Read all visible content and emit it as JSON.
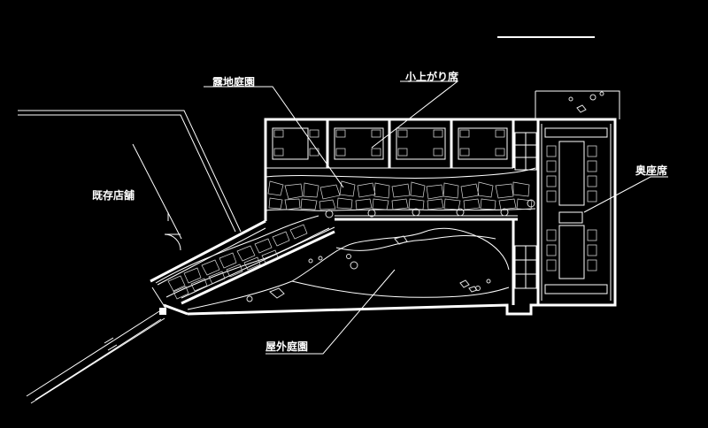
{
  "labels": {
    "existing_store": "既存店舗",
    "roji_garden": "露地庭園",
    "koagari_seats": "小上がり席",
    "back_seats": "奥座席",
    "outdoor_garden": "屋外庭園"
  },
  "colors": {
    "background": "#000000",
    "line": "#ffffff"
  }
}
